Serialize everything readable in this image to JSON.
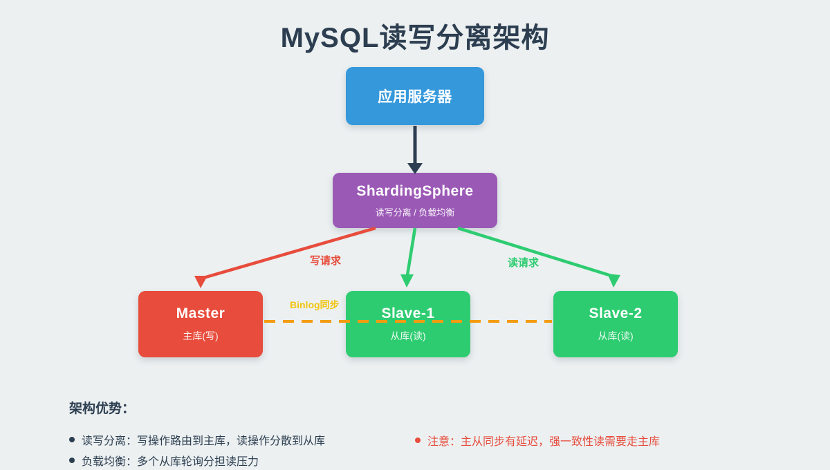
{
  "title": "MySQL读写分离架构",
  "nodes": {
    "app_server": {
      "label": "应用服务器"
    },
    "middleware": {
      "title": "ShardingSphere",
      "subtitle": "读写分离 / 负载均衡"
    },
    "master": {
      "title": "Master",
      "subtitle": "主库(写)"
    },
    "slave1": {
      "title": "Slave-1",
      "subtitle": "从库(读)"
    },
    "slave2": {
      "title": "Slave-2",
      "subtitle": "从库(读)"
    }
  },
  "edges": {
    "write_label": "写请求",
    "read_label": "读请求",
    "binlog_label": "Binlog同步"
  },
  "footer": {
    "heading": "架构优势：",
    "bullets": [
      "读写分离：写操作路由到主库，读操作分散到从库",
      "负载均衡：多个从库轮询分担读压力"
    ],
    "note": "注意：主从同步有延迟，强一致性读需要走主库"
  },
  "colors": {
    "background": "#ecf0f1",
    "title_text": "#2c3e50",
    "app_server_blue": "#3498db",
    "middleware_purple": "#9b59b6",
    "master_red": "#e74c3c",
    "slave_green": "#2ecc71",
    "binlog_orange": "#f39c12",
    "dark_arrow": "#2c3e50"
  }
}
